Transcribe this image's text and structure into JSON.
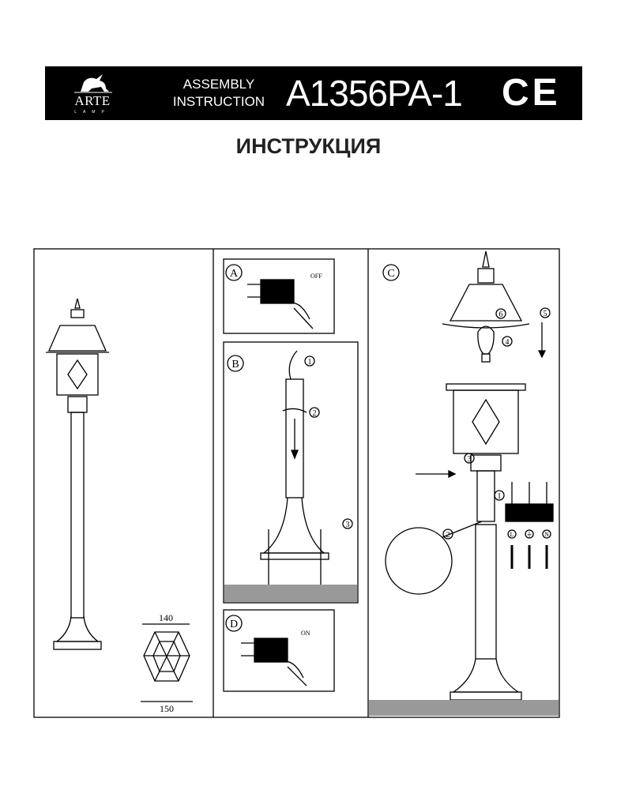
{
  "header": {
    "logo_text": "ARTE",
    "logo_subtext": "LAMP",
    "doc_type_line1": "ASSEMBLY",
    "doc_type_line2": "INSTRUCTION",
    "model": "A1356PA-1",
    "certification_mark": "CE"
  },
  "title": "ИНСТРУКЦИЯ",
  "overview": {
    "dim_top": "140",
    "dim_bottom": "150"
  },
  "panels": {
    "a": {
      "label": "A",
      "switch_state": "OFF"
    },
    "b": {
      "label": "B",
      "steps": [
        "1",
        "2",
        "3"
      ]
    },
    "c": {
      "label": "C",
      "steps": [
        "1",
        "2",
        "3",
        "4",
        "5",
        "6"
      ],
      "terminals": [
        "L",
        "⏚",
        "N"
      ]
    },
    "d": {
      "label": "D",
      "switch_state": "ON"
    }
  }
}
